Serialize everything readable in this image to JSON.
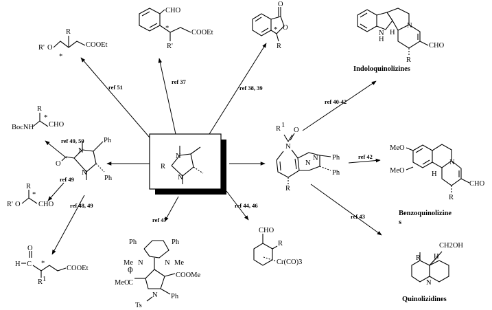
{
  "references": {
    "r51": "ref 51",
    "r37": "ref 37",
    "r3839": "ref 38, 39",
    "r4042": "ref 40-42",
    "r42": "ref 42",
    "r43": "ref 43",
    "r4446": "ref 44, 46",
    "r47": "ref 47",
    "r4849": "ref 48, 49",
    "r49": "ref 49",
    "r4950": "ref 49, 50"
  },
  "captions": {
    "indolo": "Indoloquinolizines",
    "benzo_line1": "Benzoquinolizine",
    "benzo_line2": "s",
    "quino": "Quinolizidines"
  },
  "labels": {
    "cho": "CHO",
    "cooet": "COOEt",
    "coome": "COOMe",
    "ch2oh": "CH2OH",
    "cr": "Cr(CO)3",
    "r": "R",
    "r_prime": "R'",
    "r_prime_o": "R'",
    "o": "O",
    "n": "N",
    "nh": "NH",
    "bocnh": "BocNH",
    "h": "H",
    "ph": "Ph",
    "me": "Me",
    "meo": "MeO",
    "meoc": "MeO",
    "ts": "Ts",
    "star": "*",
    "r1": "R",
    "one": "1",
    "c": "C",
    "hc": "H",
    "dash": "—"
  }
}
